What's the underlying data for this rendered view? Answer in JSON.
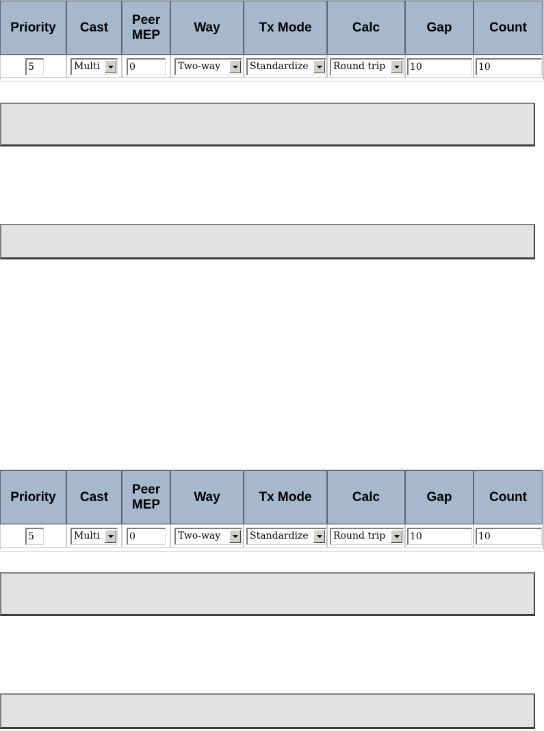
{
  "header": {
    "priority": "Priority",
    "cast": "Cast",
    "peer_mep_line1": "Peer",
    "peer_mep_line2": "MEP",
    "way": "Way",
    "tx_mode": "Tx Mode",
    "calc": "Calc",
    "gap": "Gap",
    "count": "Count"
  },
  "row": {
    "priority": "5",
    "cast": "Multi",
    "peer_mep": "0",
    "way": "Two-way",
    "tx_mode": "Standardize",
    "calc": "Round trip",
    "gap": "10",
    "count": "10"
  },
  "colors": {
    "header_bg": "#a6b8cc",
    "message_box_bg": "#e2e2e2"
  }
}
